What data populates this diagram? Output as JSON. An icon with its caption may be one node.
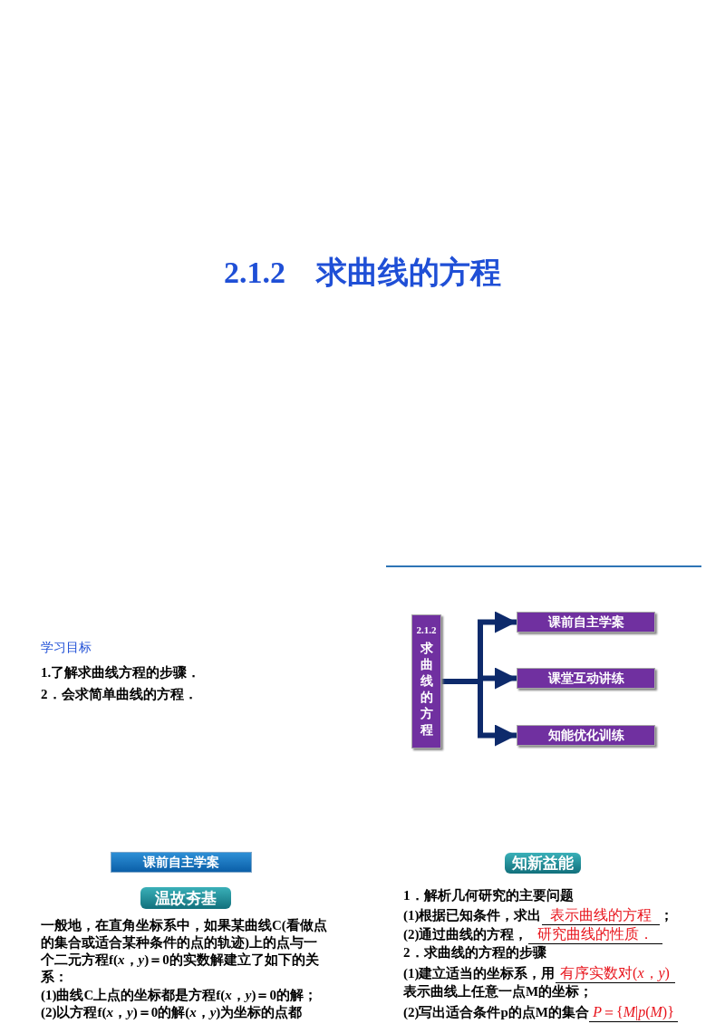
{
  "diagram": {
    "title": "2.1.2　求曲线的方程",
    "nodes": [
      {
        "text": [
          "2.1.2",
          "求曲线的方程"
        ]
      },
      {
        "text": [
          "课前自主学案"
        ]
      },
      {
        "text": [
          "课堂互动讲练"
        ]
      },
      {
        "text": [
          "知能优化训练"
        ]
      },
      {
        "text": [
          "课前自主学案"
        ]
      },
      {
        "text": [
          "温故夯基"
        ]
      },
      {
        "text": [
          "知新益能"
        ]
      }
    ],
    "edges": [
      {
        "from": 0,
        "to": 1,
        "arrow": "to"
      },
      {
        "from": 0,
        "to": 2,
        "arrow": "to"
      },
      {
        "from": 0,
        "to": 3,
        "arrow": "to"
      }
    ],
    "labels": [
      "学习目标",
      "1.了解求曲线方程的步骤．",
      "2．会求简单曲线的方程．",
      "一般地，在直角坐标系中，如果某曲线C(看做点的集合或适合某种条件的点的轨迹)上的点与一个二元方程f(*x*，*y*)＝0的实数解建立了如下的关系：",
      "(1)曲线C上点的坐标都是方程f(*x*，*y*)＝0的解；",
      "(2)以方程f(*x*，*y*)＝0的解(*x*，*y*)为坐标的点都",
      "1．解析几何研究的主要问题",
      "(1)根据已知条件，求出",
      "表示曲线的方程",
      "；",
      "(2)通过曲线的方程，",
      "研究曲线的性质．",
      "2．求曲线的方程的步骤",
      "(1)建立适当的坐标系，用",
      "有序实数对(*x*，*y*)",
      "表示曲线上任意一点M的坐标；",
      "(2)写出适合条件p的点M的集合",
      "*P*＝{*M*|*p*(*M*)}"
    ]
  }
}
